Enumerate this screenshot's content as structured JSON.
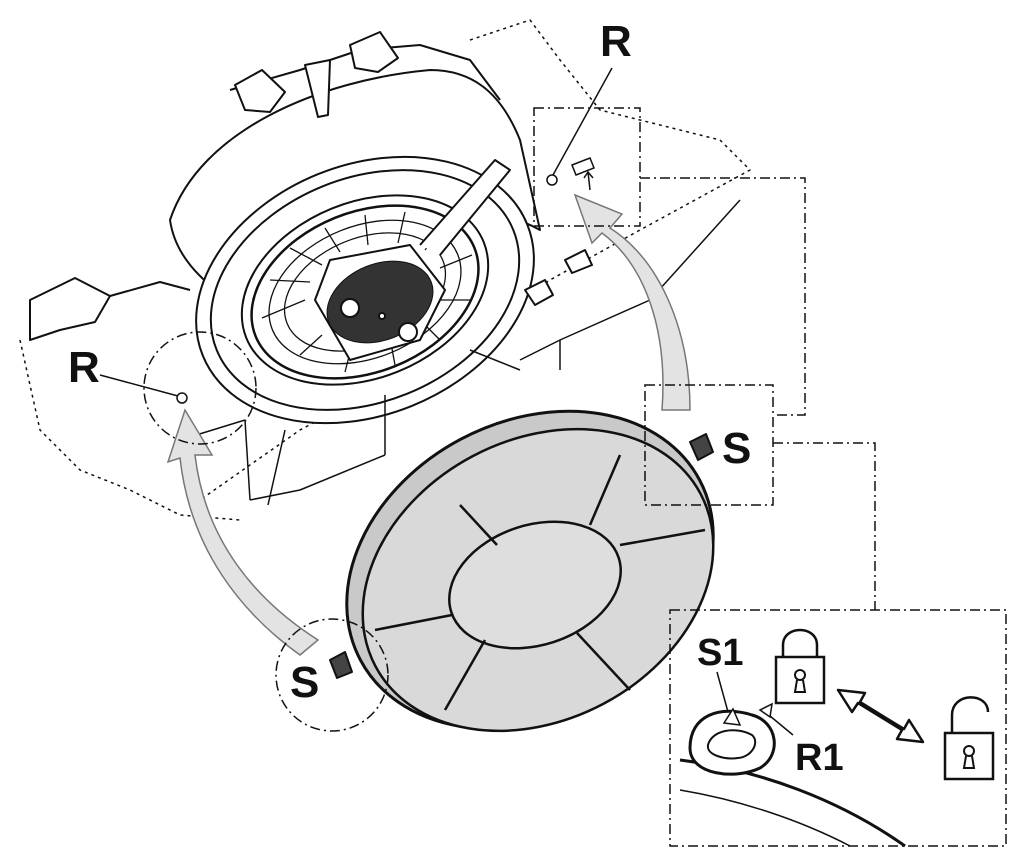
{
  "labels": {
    "r_top": "R",
    "r_left": "R",
    "s_right": "S",
    "s_left": "S",
    "s1": "S1",
    "r1": "R1"
  },
  "icons": {
    "locked": "padlock-closed-icon",
    "unlocked": "padlock-open-icon",
    "toggle": "double-arrow-icon"
  },
  "colors": {
    "stroke": "#111111",
    "filter_fill": "#d9d9d9",
    "arrow_fill": "#e3e3e3",
    "background": "#ffffff"
  }
}
